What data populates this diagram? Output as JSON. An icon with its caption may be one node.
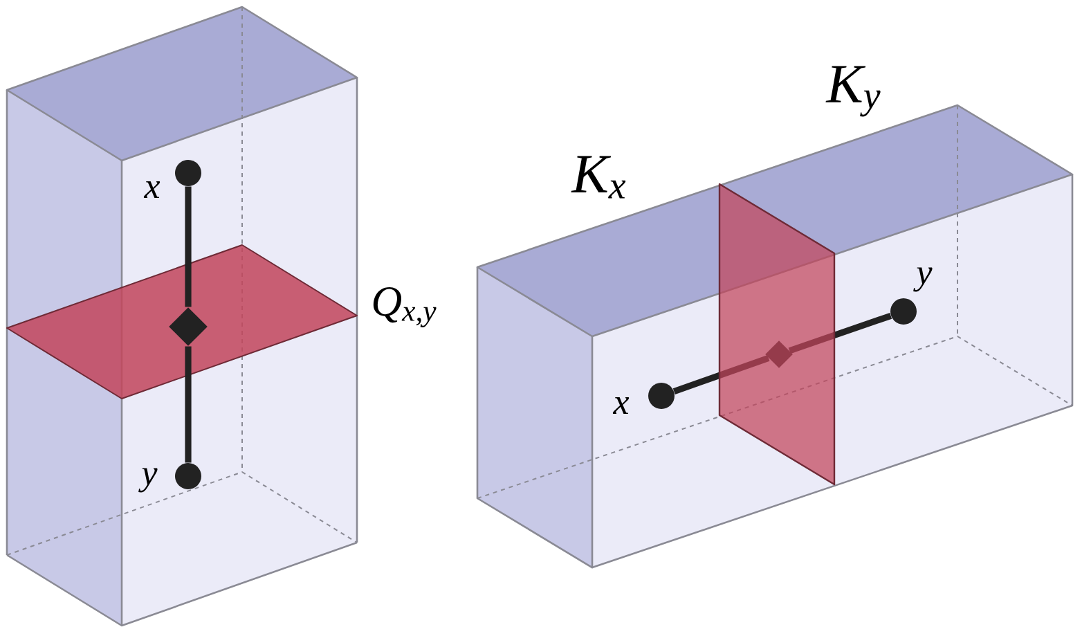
{
  "diagram": {
    "nodes": [
      {
        "text": [],
        "shape": "circle",
        "beside": [
          "x"
        ]
      },
      {
        "text": [],
        "shape": "diamond"
      },
      {
        "text": [],
        "shape": "circle",
        "beside": [
          "y"
        ]
      },
      {
        "text": [],
        "shape": "circle",
        "beside": [
          "x"
        ]
      },
      {
        "text": [],
        "shape": "diamond"
      },
      {
        "text": [],
        "shape": "circle",
        "beside": [
          "y"
        ]
      }
    ],
    "edges": [
      {
        "from": 0,
        "to": 1,
        "arrow": "none"
      },
      {
        "from": 1,
        "to": 2,
        "arrow": "none"
      },
      {
        "from": 3,
        "to": 4,
        "arrow": "none"
      },
      {
        "from": 4,
        "to": 5,
        "arrow": "none"
      }
    ],
    "labels": [
      "Q$_{x,y}$",
      "K$_{x}$",
      "K$_{y}$"
    ]
  }
}
